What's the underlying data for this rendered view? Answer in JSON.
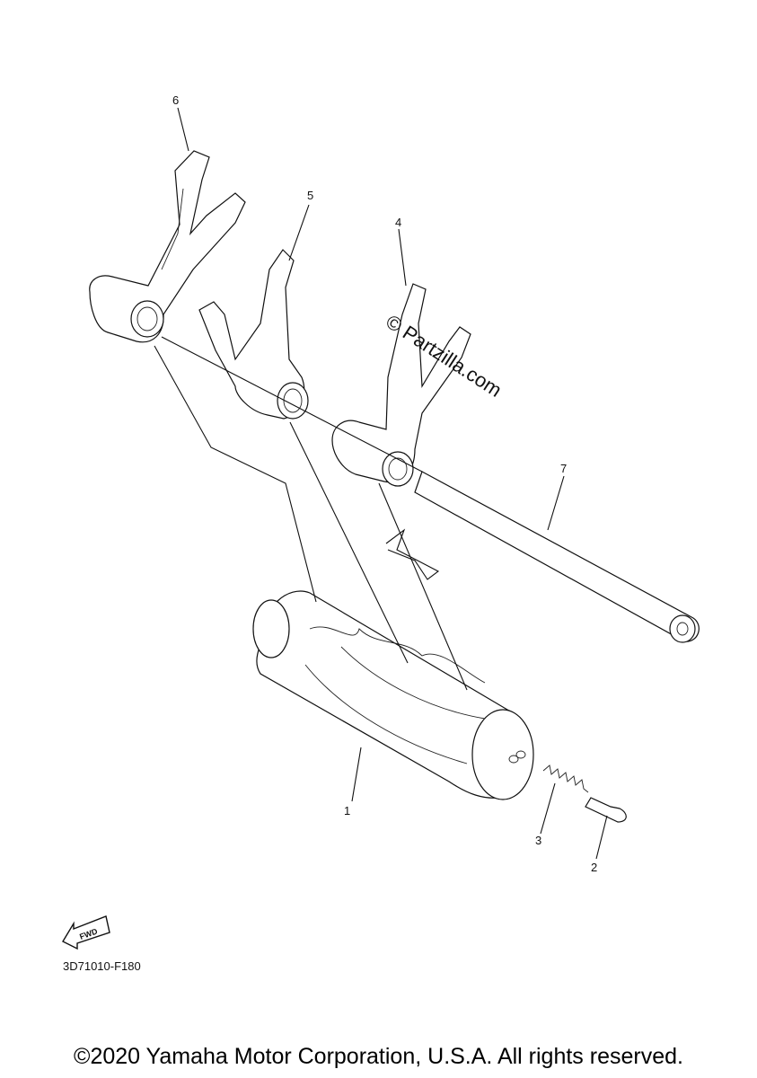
{
  "callouts": [
    {
      "id": "1",
      "label": "1"
    },
    {
      "id": "2",
      "label": "2"
    },
    {
      "id": "3",
      "label": "3"
    },
    {
      "id": "4",
      "label": "4"
    },
    {
      "id": "5",
      "label": "5"
    },
    {
      "id": "6",
      "label": "6"
    },
    {
      "id": "7",
      "label": "7"
    }
  ],
  "watermark": "© Partzilla.com",
  "fwd_label": "FWD",
  "part_code": "3D71010-F180",
  "copyright": "©2020 Yamaha Motor Corporation, U.S.A. All rights reserved.",
  "icons": [
    "fwd-arrow-icon"
  ]
}
